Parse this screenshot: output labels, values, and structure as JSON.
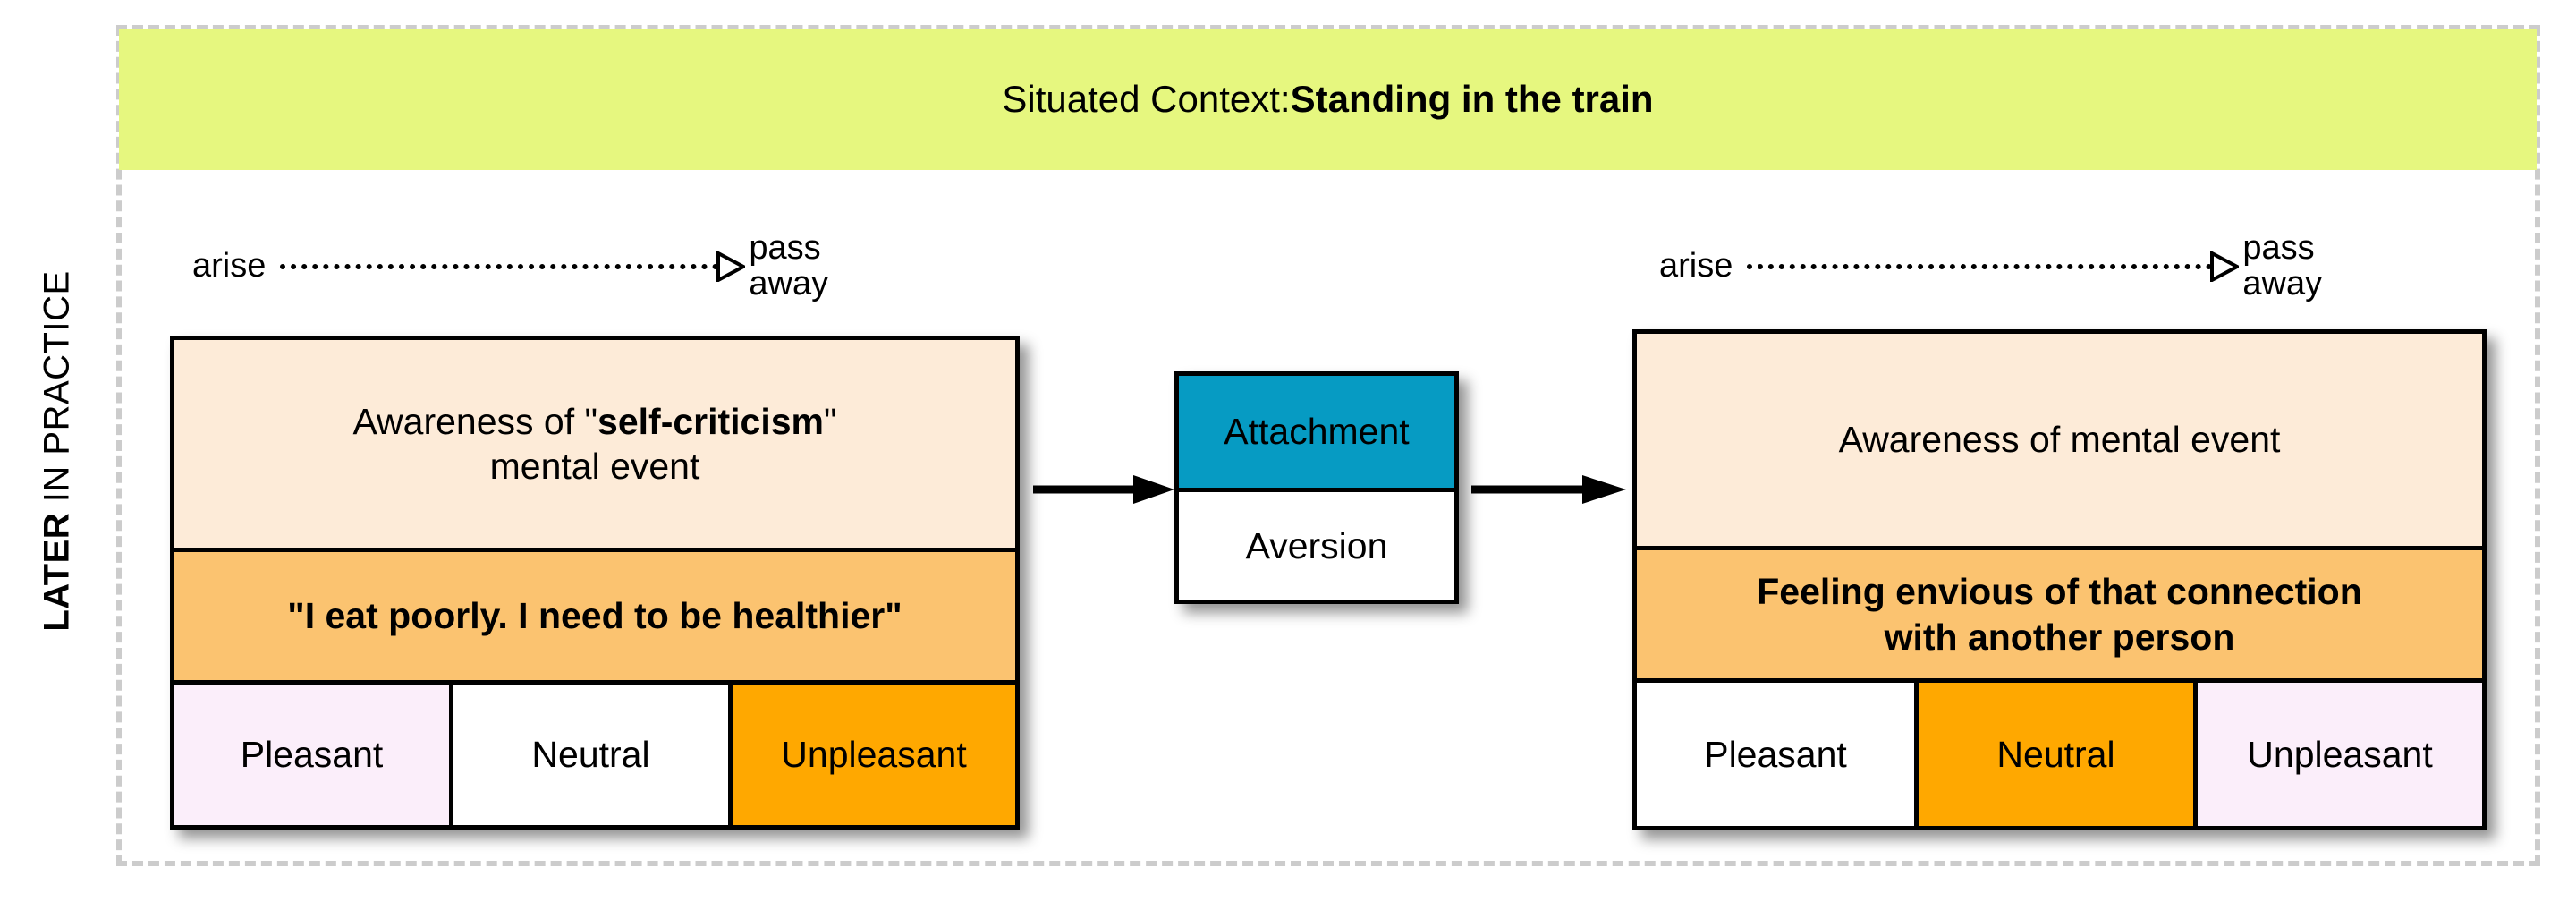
{
  "phase": {
    "label_strong": "LATER",
    "label_rest": " IN PRACTICE"
  },
  "context": {
    "prefix": "Situated Context: ",
    "value": "Standing in the train"
  },
  "colors": {
    "banner": "#e6f77f",
    "awareness": "#fdebd8",
    "content": "#fbc370",
    "valence_highlight": "#ffa800",
    "valence_pink": "#fbeefa",
    "valence_white": "#ffffff",
    "attachment_highlight": "#069bc3",
    "frame_dash": "#cccccc",
    "outline": "#000000"
  },
  "episodes": [
    {
      "id": "left",
      "arise_label": "arise",
      "pass_away_line1": "pass",
      "pass_away_line2": "away",
      "awareness_prefix": "Awareness of \"",
      "awareness_emphasis": "self-criticism",
      "awareness_suffix": "\"",
      "awareness_line2": "mental event",
      "content_line1": "\"I eat poorly. I need to be healthier\"",
      "content_line2": "",
      "valences": [
        {
          "label": "Pleasant",
          "state": "pink"
        },
        {
          "label": "Neutral",
          "state": "white"
        },
        {
          "label": "Unpleasant",
          "state": "highlighted"
        }
      ]
    },
    {
      "id": "right",
      "arise_label": "arise",
      "pass_away_line1": "pass",
      "pass_away_line2": "away",
      "awareness_line1": "Awareness of mental event",
      "content_line1": "Feeling envious of that connection",
      "content_line2": "with another person",
      "valences": [
        {
          "label": "Pleasant",
          "state": "white"
        },
        {
          "label": "Neutral",
          "state": "highlighted"
        },
        {
          "label": "Unpleasant",
          "state": "pink"
        }
      ]
    }
  ],
  "reaction": {
    "options": [
      {
        "label": "Attachment",
        "state": "highlighted"
      },
      {
        "label": "Aversion",
        "state": "normal"
      }
    ]
  }
}
